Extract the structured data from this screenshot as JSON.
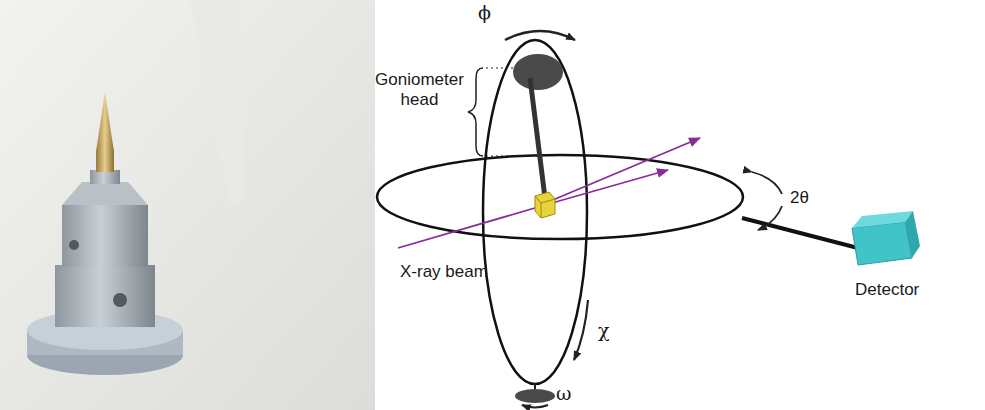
{
  "diagram": {
    "labels": [
      "ϕ",
      "Goniometer head",
      "2θ",
      "X-ray beam",
      "Detector",
      "χ",
      "ω"
    ]
  }
}
